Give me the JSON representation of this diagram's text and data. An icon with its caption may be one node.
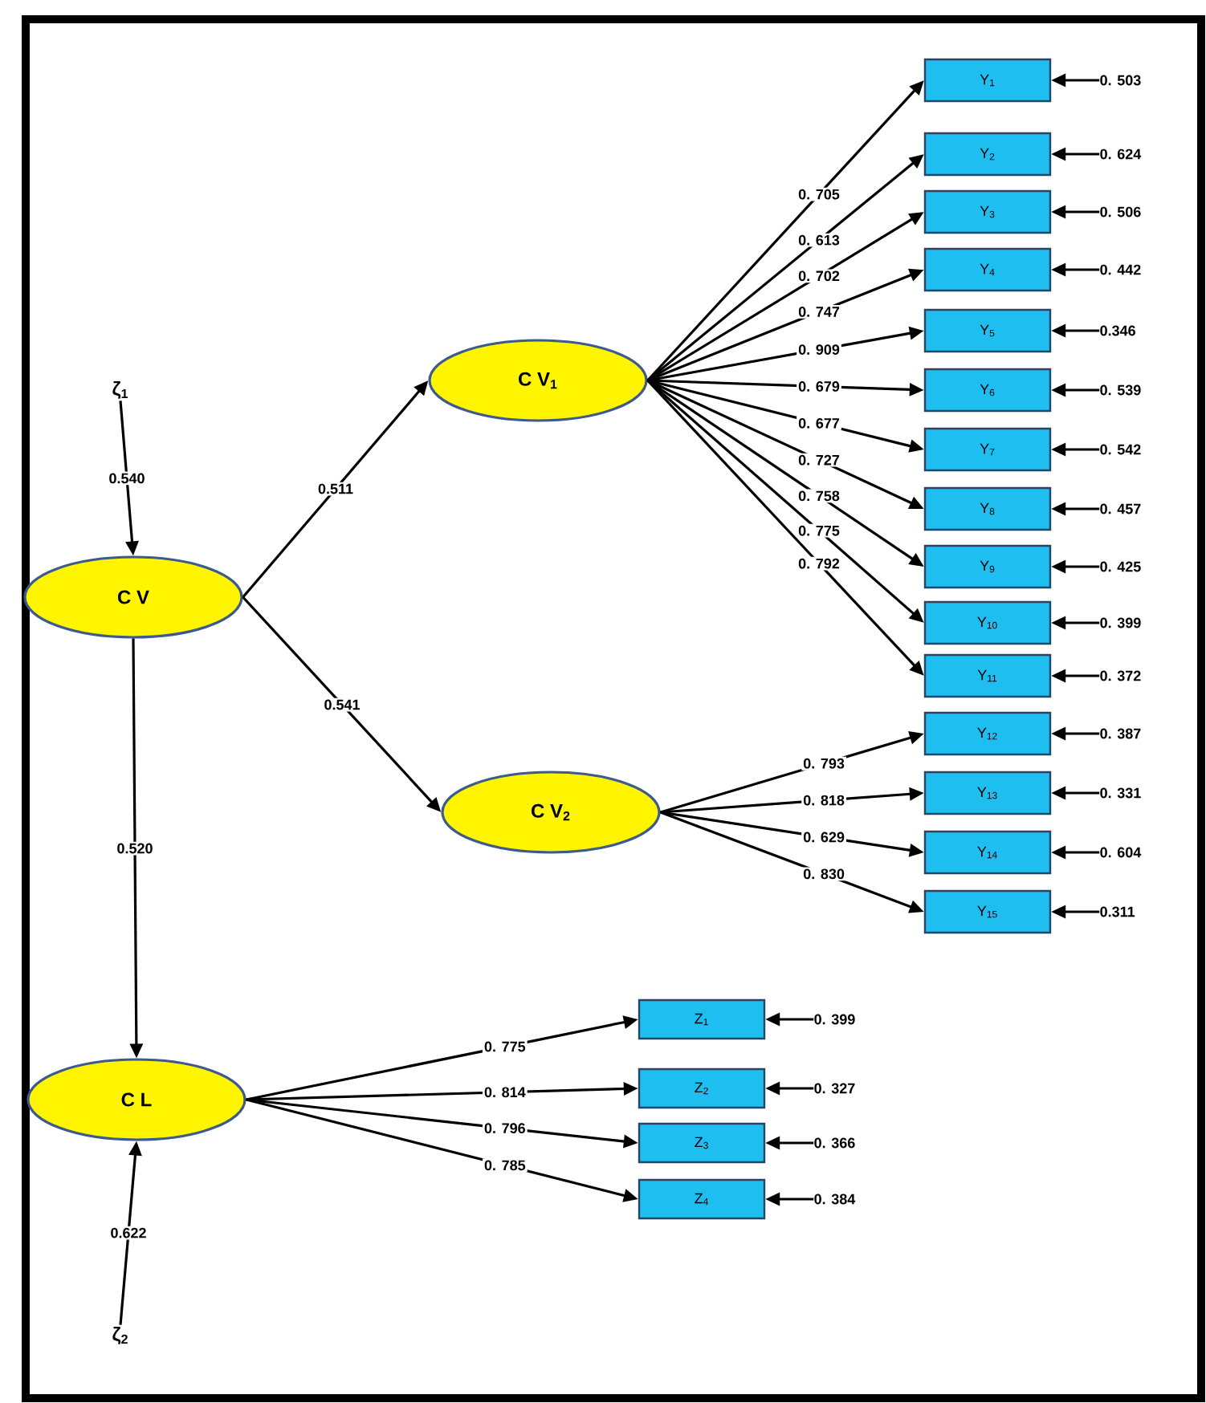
{
  "diagram": {
    "nodes": [
      {
        "text": [
          "ζ$_{1}$"
        ]
      },
      {
        "text": [
          "C V"
        ]
      },
      {
        "text": [
          "C V$_{1}$"
        ]
      },
      {
        "text": [
          "C V$_{2}$"
        ]
      },
      {
        "text": [
          "C L"
        ]
      },
      {
        "text": [
          "ζ$_{2}$"
        ]
      },
      {
        "text": [
          "Y$_{1}$"
        ]
      },
      {
        "text": [
          "Y$_{2}$"
        ]
      },
      {
        "text": [
          "Y$_{3}$"
        ]
      },
      {
        "text": [
          "Y$_{4}$"
        ]
      },
      {
        "text": [
          "Y$_{5}$"
        ]
      },
      {
        "text": [
          "Y$_{6}$"
        ]
      },
      {
        "text": [
          "Y$_{7}$"
        ]
      },
      {
        "text": [
          "Y$_{8}$"
        ]
      },
      {
        "text": [
          "Y$_{9}$"
        ]
      },
      {
        "text": [
          "Y$_{10}$"
        ]
      },
      {
        "text": [
          "Y$_{11}$"
        ]
      },
      {
        "text": [
          "Y$_{12}$"
        ]
      },
      {
        "text": [
          "Y$_{13}$"
        ]
      },
      {
        "text": [
          "Y$_{14}$"
        ]
      },
      {
        "text": [
          "Y$_{15}$"
        ]
      },
      {
        "text": [
          "Z$_{1}$"
        ]
      },
      {
        "text": [
          "Z$_{2}$"
        ]
      },
      {
        "text": [
          "Z$_{3}$"
        ]
      },
      {
        "text": [
          "Z$_{4}$"
        ]
      }
    ],
    "edges": [
      {
        "from": 0,
        "to": 1,
        "arrow": "to",
        "label": "0.540"
      },
      {
        "from": 1,
        "to": 2,
        "arrow": "to",
        "label": "0.511"
      },
      {
        "from": 1,
        "to": 3,
        "arrow": "to",
        "label": "0.541"
      },
      {
        "from": 1,
        "to": 4,
        "arrow": "to",
        "label": "0.520"
      },
      {
        "from": 5,
        "to": 4,
        "arrow": "to",
        "label": "0.622"
      },
      {
        "from": 2,
        "to": 6,
        "arrow": "to",
        "label": "0. 705"
      },
      {
        "from": 2,
        "to": 7,
        "arrow": "to",
        "label": "0. 613"
      },
      {
        "from": 2,
        "to": 8,
        "arrow": "to",
        "label": "0. 702"
      },
      {
        "from": 2,
        "to": 9,
        "arrow": "to",
        "label": "0. 747"
      },
      {
        "from": 2,
        "to": 10,
        "arrow": "to",
        "label": "0. 909"
      },
      {
        "from": 2,
        "to": 11,
        "arrow": "to",
        "label": "0. 679"
      },
      {
        "from": 2,
        "to": 12,
        "arrow": "to",
        "label": "0. 677"
      },
      {
        "from": 2,
        "to": 13,
        "arrow": "to",
        "label": "0. 727"
      },
      {
        "from": 2,
        "to": 14,
        "arrow": "to",
        "label": "0. 758"
      },
      {
        "from": 2,
        "to": 15,
        "arrow": "to",
        "label": "0. 775"
      },
      {
        "from": 2,
        "to": 16,
        "arrow": "to",
        "label": "0. 792"
      },
      {
        "from": 3,
        "to": 17,
        "arrow": "to",
        "label": "0. 793"
      },
      {
        "from": 3,
        "to": 18,
        "arrow": "to",
        "label": "0. 818"
      },
      {
        "from": 3,
        "to": 19,
        "arrow": "to",
        "label": "0. 629"
      },
      {
        "from": 3,
        "to": 20,
        "arrow": "to",
        "label": "0. 830"
      },
      {
        "from": 4,
        "to": 21,
        "arrow": "to",
        "label": "0. 775"
      },
      {
        "from": 4,
        "to": 22,
        "arrow": "to",
        "label": "0. 814"
      },
      {
        "from": 4,
        "to": 23,
        "arrow": "to",
        "label": "0. 796"
      },
      {
        "from": 4,
        "to": 24,
        "arrow": "to",
        "label": "0. 785"
      },
      {
        "from": null,
        "to": 6,
        "arrow": "to",
        "label": "0. 503"
      },
      {
        "from": null,
        "to": 7,
        "arrow": "to",
        "label": "0. 624"
      },
      {
        "from": null,
        "to": 8,
        "arrow": "to",
        "label": "0. 506"
      },
      {
        "from": null,
        "to": 9,
        "arrow": "to",
        "label": "0. 442"
      },
      {
        "from": null,
        "to": 10,
        "arrow": "to",
        "label": "0.346"
      },
      {
        "from": null,
        "to": 11,
        "arrow": "to",
        "label": "0. 539"
      },
      {
        "from": null,
        "to": 12,
        "arrow": "to",
        "label": "0. 542"
      },
      {
        "from": null,
        "to": 13,
        "arrow": "to",
        "label": "0. 457"
      },
      {
        "from": null,
        "to": 14,
        "arrow": "to",
        "label": "0. 425"
      },
      {
        "from": null,
        "to": 15,
        "arrow": "to",
        "label": "0. 399"
      },
      {
        "from": null,
        "to": 16,
        "arrow": "to",
        "label": "0. 372"
      },
      {
        "from": null,
        "to": 17,
        "arrow": "to",
        "label": "0. 387"
      },
      {
        "from": null,
        "to": 18,
        "arrow": "to",
        "label": "0. 331"
      },
      {
        "from": null,
        "to": 19,
        "arrow": "to",
        "label": "0. 604"
      },
      {
        "from": null,
        "to": 20,
        "arrow": "to",
        "label": "0.311"
      },
      {
        "from": null,
        "to": 21,
        "arrow": "to",
        "label": "0. 399"
      },
      {
        "from": null,
        "to": 22,
        "arrow": "to",
        "label": "0. 327"
      },
      {
        "from": null,
        "to": 23,
        "arrow": "to",
        "label": "0. 366"
      },
      {
        "from": null,
        "to": 24,
        "arrow": "to",
        "label": "0. 384"
      }
    ]
  }
}
